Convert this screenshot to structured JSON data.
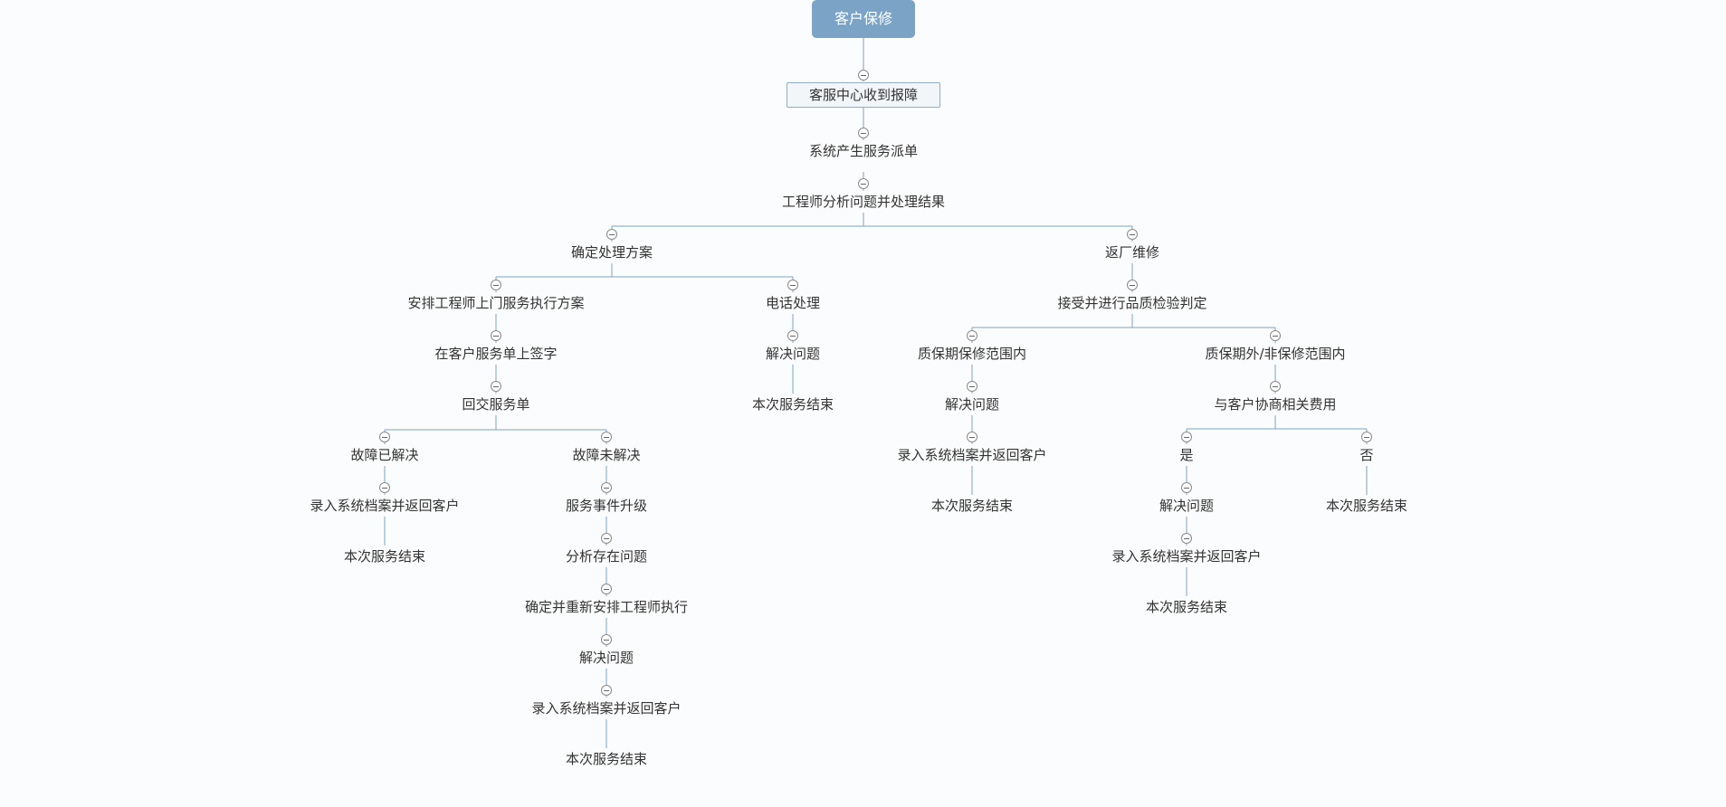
{
  "root": "客户保修",
  "nodes": {
    "n1": "客服中心收到报障",
    "n2": "系统产生服务派单",
    "n3": "工程师分析问题并处理结果",
    "a1": "确定处理方案",
    "a2": "返厂维修",
    "b1": "安排工程师上门服务执行方案",
    "b2": "电话处理",
    "b3": "在客户服务单上签字",
    "b4": "回交服务单",
    "c1": "故障已解决",
    "c2": "录入系统档案并返回客户",
    "c3": "本次服务结束",
    "d1": "故障未解决",
    "d2": "服务事件升级",
    "d3": "分析存在问题",
    "d4": "确定并重新安排工程师执行",
    "d5": "解决问题",
    "d6": "录入系统档案并返回客户",
    "d7": "本次服务结束",
    "e1": "解决问题",
    "e2": "本次服务结束",
    "f1": "接受并进行品质检验判定",
    "g1": "质保期保修范围内",
    "g2": "解决问题",
    "g3": "录入系统档案并返回客户",
    "g4": "本次服务结束",
    "h1": "质保期外/非保修范围内",
    "h2": "与客户协商相关费用",
    "i1": "是",
    "i2": "解决问题",
    "i3": "录入系统档案并返回客户",
    "i4": "本次服务结束",
    "j1": "否",
    "j2": "本次服务结束"
  },
  "colors": {
    "root": "#7ba3c6",
    "line": "#7ba3c6",
    "box_border": "#8cadcb"
  }
}
